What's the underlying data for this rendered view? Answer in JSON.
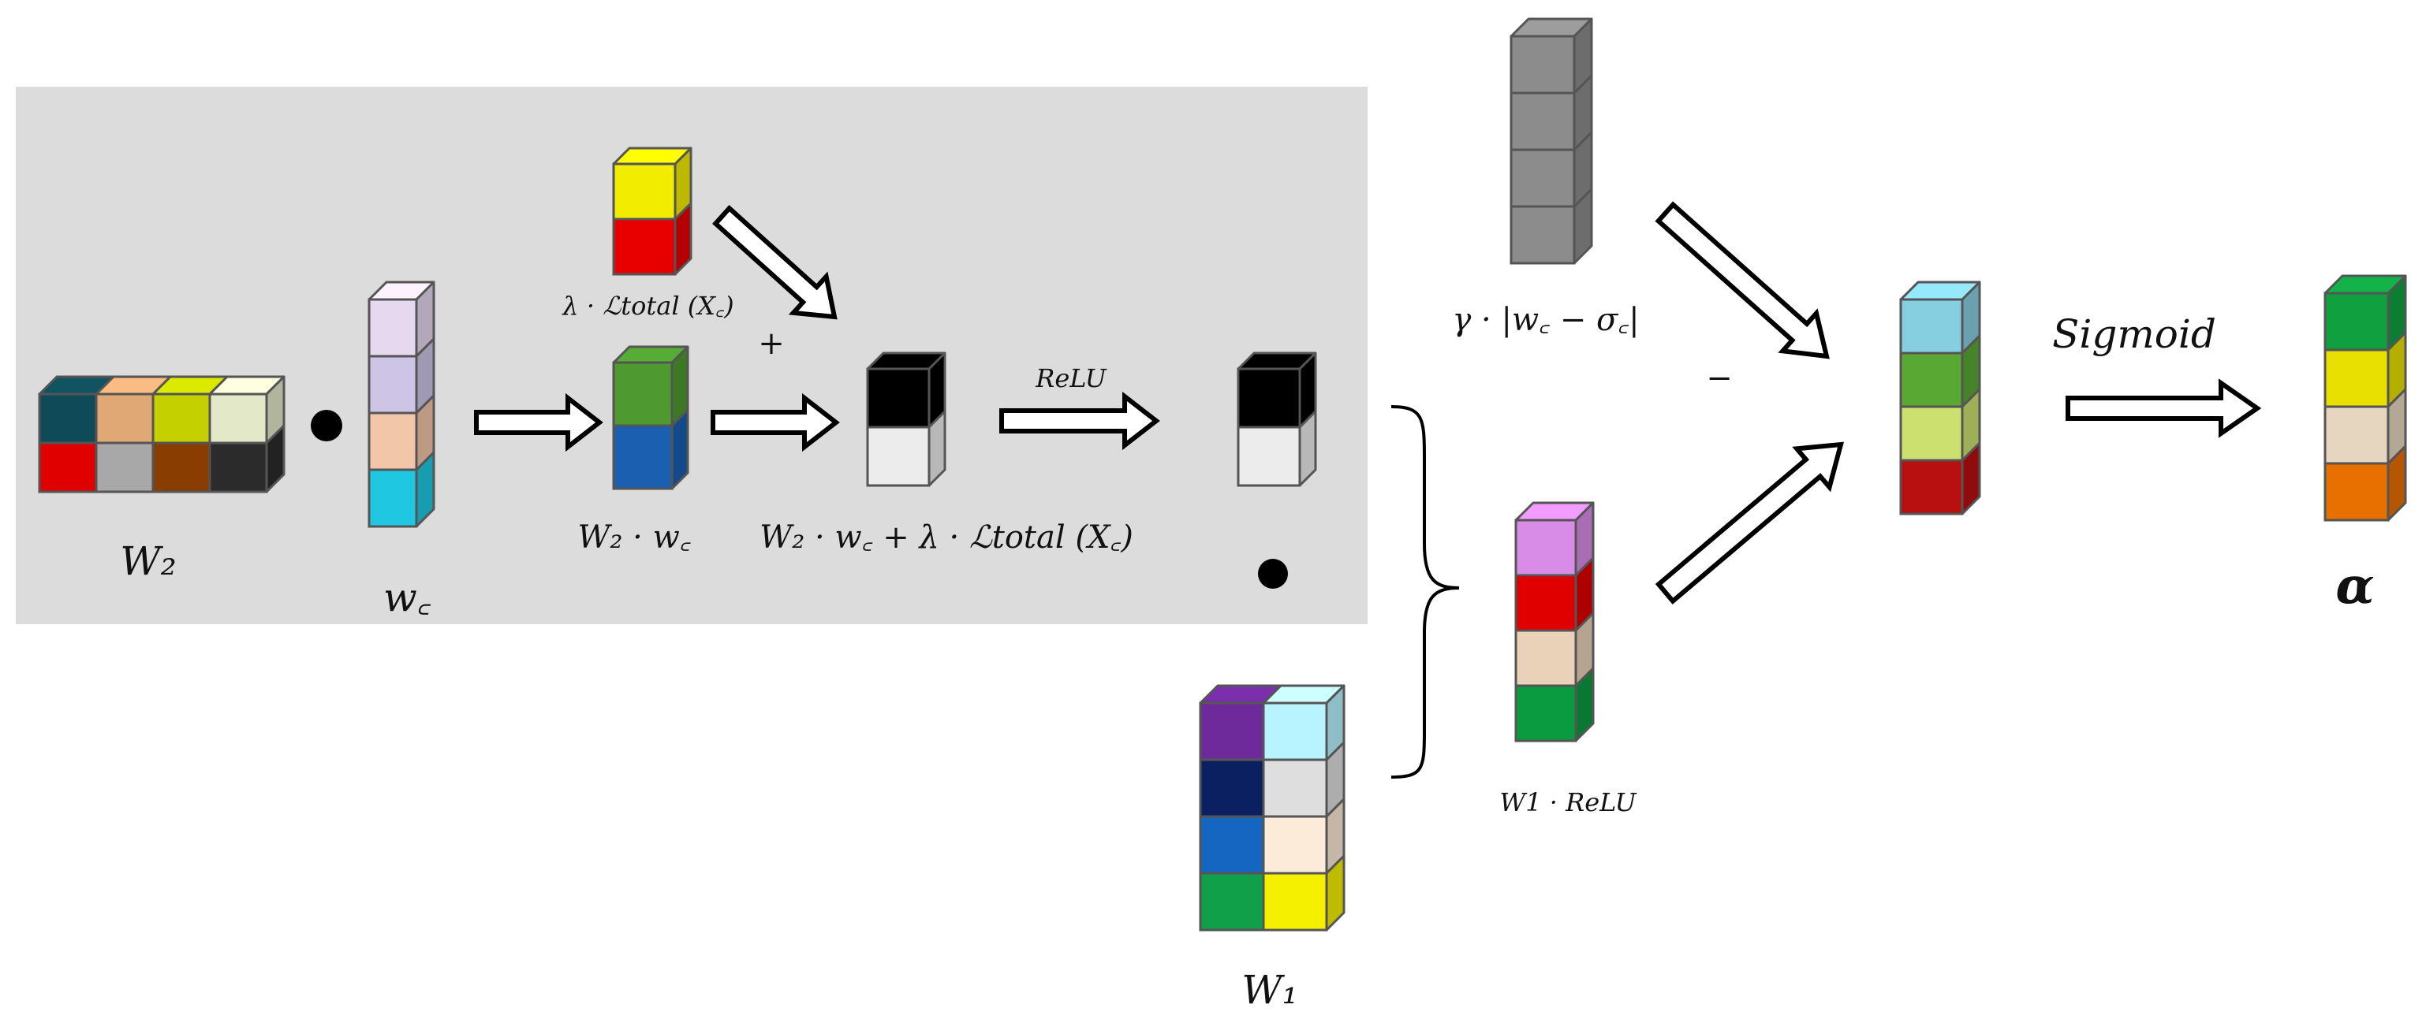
{
  "labels": {
    "w2_top": "W₂",
    "wc": "w꜀",
    "lambda_loss": "λ · ℒtotal (X꜀)",
    "plus": "+",
    "w2_dot_wc": "W₂ · w꜀",
    "relu": "ReLU",
    "sum_expr": "W₂ · w꜀ + λ · ℒtotal (X꜀)",
    "gamma_expr": "γ · |w꜀ − σ꜀|",
    "minus": "−",
    "w1_relu": "W1 · ReLU",
    "w1_bottom": "W₁",
    "sigmoid": "Sigmoid",
    "alpha": "α"
  },
  "colors": {
    "panel": "#dcdcdc",
    "edge": "#555555",
    "w2_cells": [
      "#0e4a57",
      "#dfa874",
      "#c4d000",
      "#e2e8c8",
      "#e00000",
      "#a8a8a8",
      "#8a3d00",
      "#2b2b2b"
    ],
    "wc_cells": [
      "#e6d8ee",
      "#cdc4e6",
      "#f2c6a8",
      "#1fc8e0"
    ],
    "lambda_cells": [
      "#f2ec00",
      "#e80000"
    ],
    "w2wc_cells": [
      "#4e9a30",
      "#1a5fb0"
    ],
    "relu_cells": [
      "#000000",
      "#ececec"
    ],
    "gamma_cells": [
      "#8c8c8c",
      "#8c8c8c",
      "#8c8c8c",
      "#8c8c8c"
    ],
    "w1relu_cells": [
      "#d98be8",
      "#e00000",
      "#e9d2b8",
      "#0a9a40"
    ],
    "w1_cells": [
      "#6e2a9a",
      "#b8f4ff",
      "#0a2060",
      "#dedede",
      "#1466c0",
      "#fcebd8",
      "#10a04a",
      "#f5f000"
    ],
    "result_cells": [
      "#86cfe0",
      "#5aa834",
      "#cce070",
      "#b81010"
    ],
    "alpha_cells": [
      "#10a040",
      "#e8e000",
      "#e6d6c0",
      "#e87000"
    ]
  }
}
